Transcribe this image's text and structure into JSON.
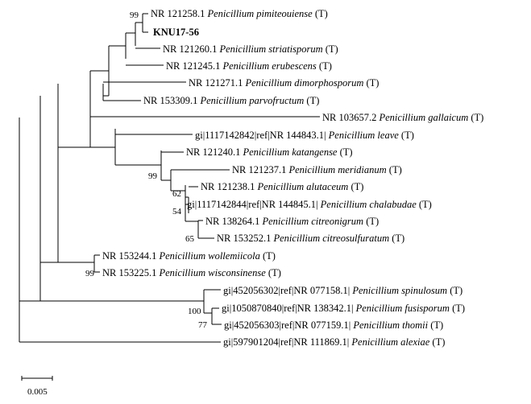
{
  "tree": {
    "taxa": {
      "pimiteouiense": {
        "acc": "NR 121258.1",
        "sp": "Penicillium pimiteouiense",
        "suf": " (T)"
      },
      "knu": {
        "acc": "KNU17-56",
        "sp": "",
        "suf": ""
      },
      "striatisporum": {
        "acc": "NR 121260.1",
        "sp": "Penicillium striatisporum",
        "suf": " (T)"
      },
      "erubescens": {
        "acc": "NR 121245.1",
        "sp": "Penicillium erubescens",
        "suf": " (T)"
      },
      "dimorphosporum": {
        "acc": "NR 121271.1",
        "sp": "Penicillium dimorphosporum",
        "suf": " (T)"
      },
      "parvofructum": {
        "acc": "NR 153309.1",
        "sp": "Penicillium parvofructum",
        "suf": " (T)"
      },
      "gallaicum": {
        "acc": "NR 103657.2",
        "sp": "Penicillium gallaicum",
        "suf": " (T)"
      },
      "leave": {
        "acc": "gi|1117142842|ref|NR 144843.1|",
        "sp": "Penicillium leave",
        "suf": " (T)"
      },
      "katangense": {
        "acc": "NR 121240.1",
        "sp": "Penicillium katangense",
        "suf": " (T)"
      },
      "meridianum": {
        "acc": "NR 121237.1",
        "sp": "Penicillium meridianum",
        "suf": " (T)"
      },
      "alutaceum": {
        "acc": "NR 121238.1",
        "sp": "Penicillium alutaceum",
        "suf": " (T)"
      },
      "chalabudae": {
        "acc": "gi|1117142844|ref|NR 144845.1|",
        "sp": "Penicillium chalabudae",
        "suf": " (T)"
      },
      "citreonigrum": {
        "acc": "NR 138264.1",
        "sp": "Penicillium citreonigrum",
        "suf": " (T)"
      },
      "citreosulfuratum": {
        "acc": "NR 153252.1",
        "sp": "Penicillium citreosulfuratum",
        "suf": " (T)"
      },
      "wollemiicola": {
        "acc": "NR 153244.1",
        "sp": "Penicillium wollemiicola",
        "suf": " (T)"
      },
      "wisconsinense": {
        "acc": "NR 153225.1",
        "sp": "Penicillium wisconsinense",
        "suf": " (T)"
      },
      "spinulosum": {
        "acc": "gi|452056302|ref|NR 077158.1|",
        "sp": "Penicillium spinulosum",
        "suf": " (T)"
      },
      "fusisporum": {
        "acc": "gi|1050870840|ref|NR 138342.1|",
        "sp": "Penicillium fusisporum",
        "suf": " (T)"
      },
      "thomii": {
        "acc": "gi|452056303|ref|NR 077159.1|",
        "sp": "Penicillium thomii",
        "suf": " (T)"
      },
      "alexiae": {
        "acc": "gi|597901204|ref|NR 111869.1|",
        "sp": "Penicillium alexiae",
        "suf": " (T)"
      }
    },
    "bootstrap": {
      "b99_top": "99",
      "b99_kat": "99",
      "b62": "62",
      "b54": "54",
      "b65": "65",
      "b99_woll": "99",
      "b100": "100",
      "b77": "77"
    },
    "scale_bar": {
      "label": "0.005"
    }
  }
}
